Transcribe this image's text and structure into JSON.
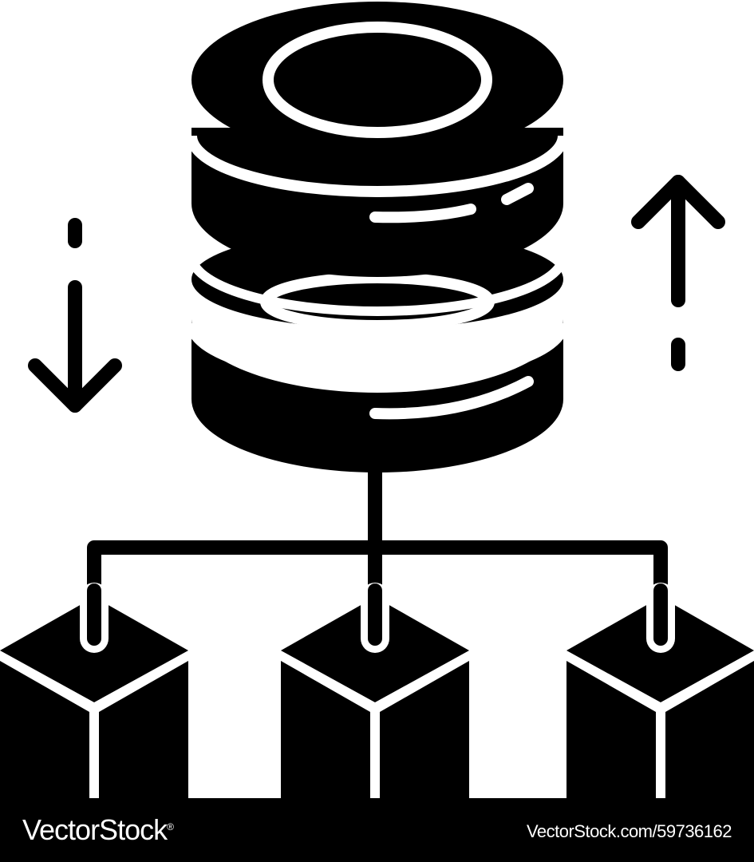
{
  "icon": {
    "subject": "database-distribution",
    "primary_color": "#000000",
    "background_color": "#ffffff",
    "parts": [
      "database-icon",
      "arrow-down-icon",
      "arrow-up-icon",
      "connector-lines",
      "cube-icon"
    ]
  },
  "watermark": {
    "logo_text": "VectorStock",
    "logo_mark": "®",
    "credit_text": "VectorStock.com/59736162",
    "bar_color": "#000000",
    "text_color": "#ffffff"
  }
}
